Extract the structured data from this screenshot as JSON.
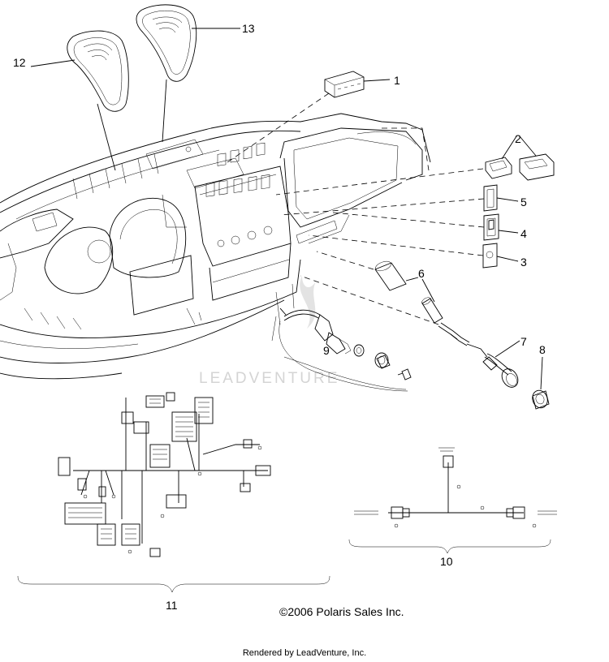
{
  "callouts": {
    "c1": "1",
    "c2": "2",
    "c3": "3",
    "c4": "4",
    "c5": "5",
    "c6": "6",
    "c7": "7",
    "c8": "8",
    "c9": "9",
    "c10": "10",
    "c11": "11",
    "c12": "12",
    "c13": "13"
  },
  "watermark": "LEADVENTURE",
  "copyright": "©2006 Polaris Sales Inc.",
  "footer": "Rendered by LeadVenture, Inc."
}
